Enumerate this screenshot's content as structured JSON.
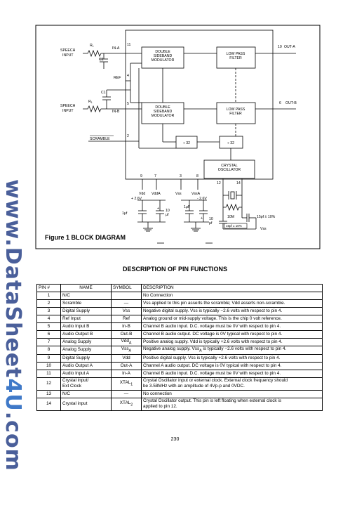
{
  "watermark": {
    "pre": "www.DataSheet",
    "highlight": "4U",
    "post": ".com"
  },
  "figure": {
    "caption": "Figure 1 BLOCK DIAGRAM",
    "blocks": {
      "dsb_a": [
        "DOUBLE",
        "SIDEBAND",
        "MODULATOR"
      ],
      "dsb_b": [
        "DOUBLE",
        "SIDEBAND",
        "MODULATOR"
      ],
      "lpf_a": [
        "LOW PASS",
        "FILTER"
      ],
      "lpf_b": [
        "LOW PASS",
        "FILTER"
      ],
      "div1": "÷ 32",
      "div2": "÷ 32",
      "osc": [
        "CRYSTAL",
        "OSCILLATOR"
      ]
    },
    "labels": {
      "speech_input_a": [
        "SPEECH",
        "INPUT"
      ],
      "speech_input_b": [
        "SPEECH",
        "INPUT"
      ],
      "r1_a": "R",
      "r1_b": "R",
      "r_sub": "1",
      "c1_a": "C1",
      "c1_b": "C1",
      "in_a": "IN-A",
      "in_b": "IN-B",
      "ref": "REF",
      "scramble": "SCRAMBLE",
      "out_a": "OUT-A",
      "out_b": "OUT-B",
      "vdd": "Vdd",
      "vdda": "VddA",
      "vss": "Vss",
      "vssa": "VssA",
      "plus26": "+ 2.6V",
      "minus26": "- 2.6V",
      "cap_1uf_l": "1μf",
      "cap_10uf_l": [
        "10",
        "μf"
      ],
      "cap_1uf_r": "1μF",
      "cap_10uf_r": [
        "10",
        "μf"
      ],
      "res_10m": "10M",
      "cap_15pf_a": "15pf ± 10%",
      "cap_15pf_b": "15pf ± 10%",
      "vss_bottom": "Vss",
      "plus": "+"
    },
    "pins": {
      "p11": "11",
      "p10": "10",
      "p4": "4",
      "p5": "5",
      "p6": "6",
      "p2": "2",
      "p9": "9",
      "p7": "7",
      "p3": "3",
      "p8": "8",
      "p12": "12",
      "p14": "14"
    }
  },
  "section_title": "DESCRIPTION OF PIN FUNCTIONS",
  "table": {
    "headers": [
      "PIN #",
      "NAME",
      "SYMBOL",
      "DESCRIPTION"
    ],
    "rows": [
      {
        "pin": "1",
        "name": "N/C",
        "symbol": "",
        "desc": "No Connection"
      },
      {
        "pin": "2",
        "name": "Scramble",
        "symbol": "—",
        "desc": "Vss applied to this pin asserts the scramble; Vdd asserts non-scramble."
      },
      {
        "pin": "3",
        "name": "Digital Supply",
        "symbol": "Vss",
        "desc": "Negative digital supply. Vss is typically −2.6 volts with respect to pin 4."
      },
      {
        "pin": "4",
        "name": "Ref Input",
        "symbol": "Ref",
        "desc": "Analog ground or mid-supply voltage. This is the chip 0 volt reference."
      },
      {
        "pin": "5",
        "name": "Audio Input B",
        "symbol": "In-B",
        "desc": "Channel B audio input. D.C. voltage must be 0V with respect to pin 4."
      },
      {
        "pin": "6",
        "name": "Audio Output B",
        "symbol": "Out-B",
        "desc": "Channel B audio output. DC voltage is 0V typical with respect to pin 4."
      },
      {
        "pin": "7",
        "name": "Analog Supply",
        "symbol": "Vdd",
        "sub": "A",
        "desc": "Positive analog supply. Vdd is typically +2.6 volts with respect to pin 4."
      },
      {
        "pin": "8",
        "name": "Analog Supply",
        "symbol": "Vss",
        "sub": "A",
        "desc": "Negative analog supply. Vss",
        "desc_sub": "A",
        "desc_rest": " is typically −2.6 volts with respect to pin 4."
      },
      {
        "pin": "9",
        "name": "Digital Supply",
        "symbol": "Vdd",
        "desc": "Positive digital supply. Vss is typically +2.6 volts with respect to pin 4."
      },
      {
        "pin": "10",
        "name": "Audio Output A",
        "symbol": "Out-A",
        "desc": "Channel A audio output. DC voltage is 0V typical with respect to pin 4."
      },
      {
        "pin": "11",
        "name": "Audio Input A",
        "symbol": "In-A",
        "desc": "Channel B audio input. D.C. voltage must be 0V with respect to pin 4."
      },
      {
        "pin": "12",
        "name": "Crystal input/",
        "name2": "Ext Clock",
        "symbol": "XTAL",
        "sub": "1",
        "desc": "Crystal Oscillator input or external clock. External clock frequency should",
        "desc2": "be 3.58MHz with an amplitude of 4Vp-p and 0VDC."
      },
      {
        "pin": "13",
        "name": "N/C",
        "symbol": "—",
        "desc": "No connection"
      },
      {
        "pin": "14",
        "name": "Crystal input",
        "symbol": "XTAL",
        "sub": "2",
        "desc": "Crystal Oscillator output. This pin is left floating when external clock is",
        "desc2": "applied to pin 12."
      }
    ]
  },
  "page_number": "230"
}
